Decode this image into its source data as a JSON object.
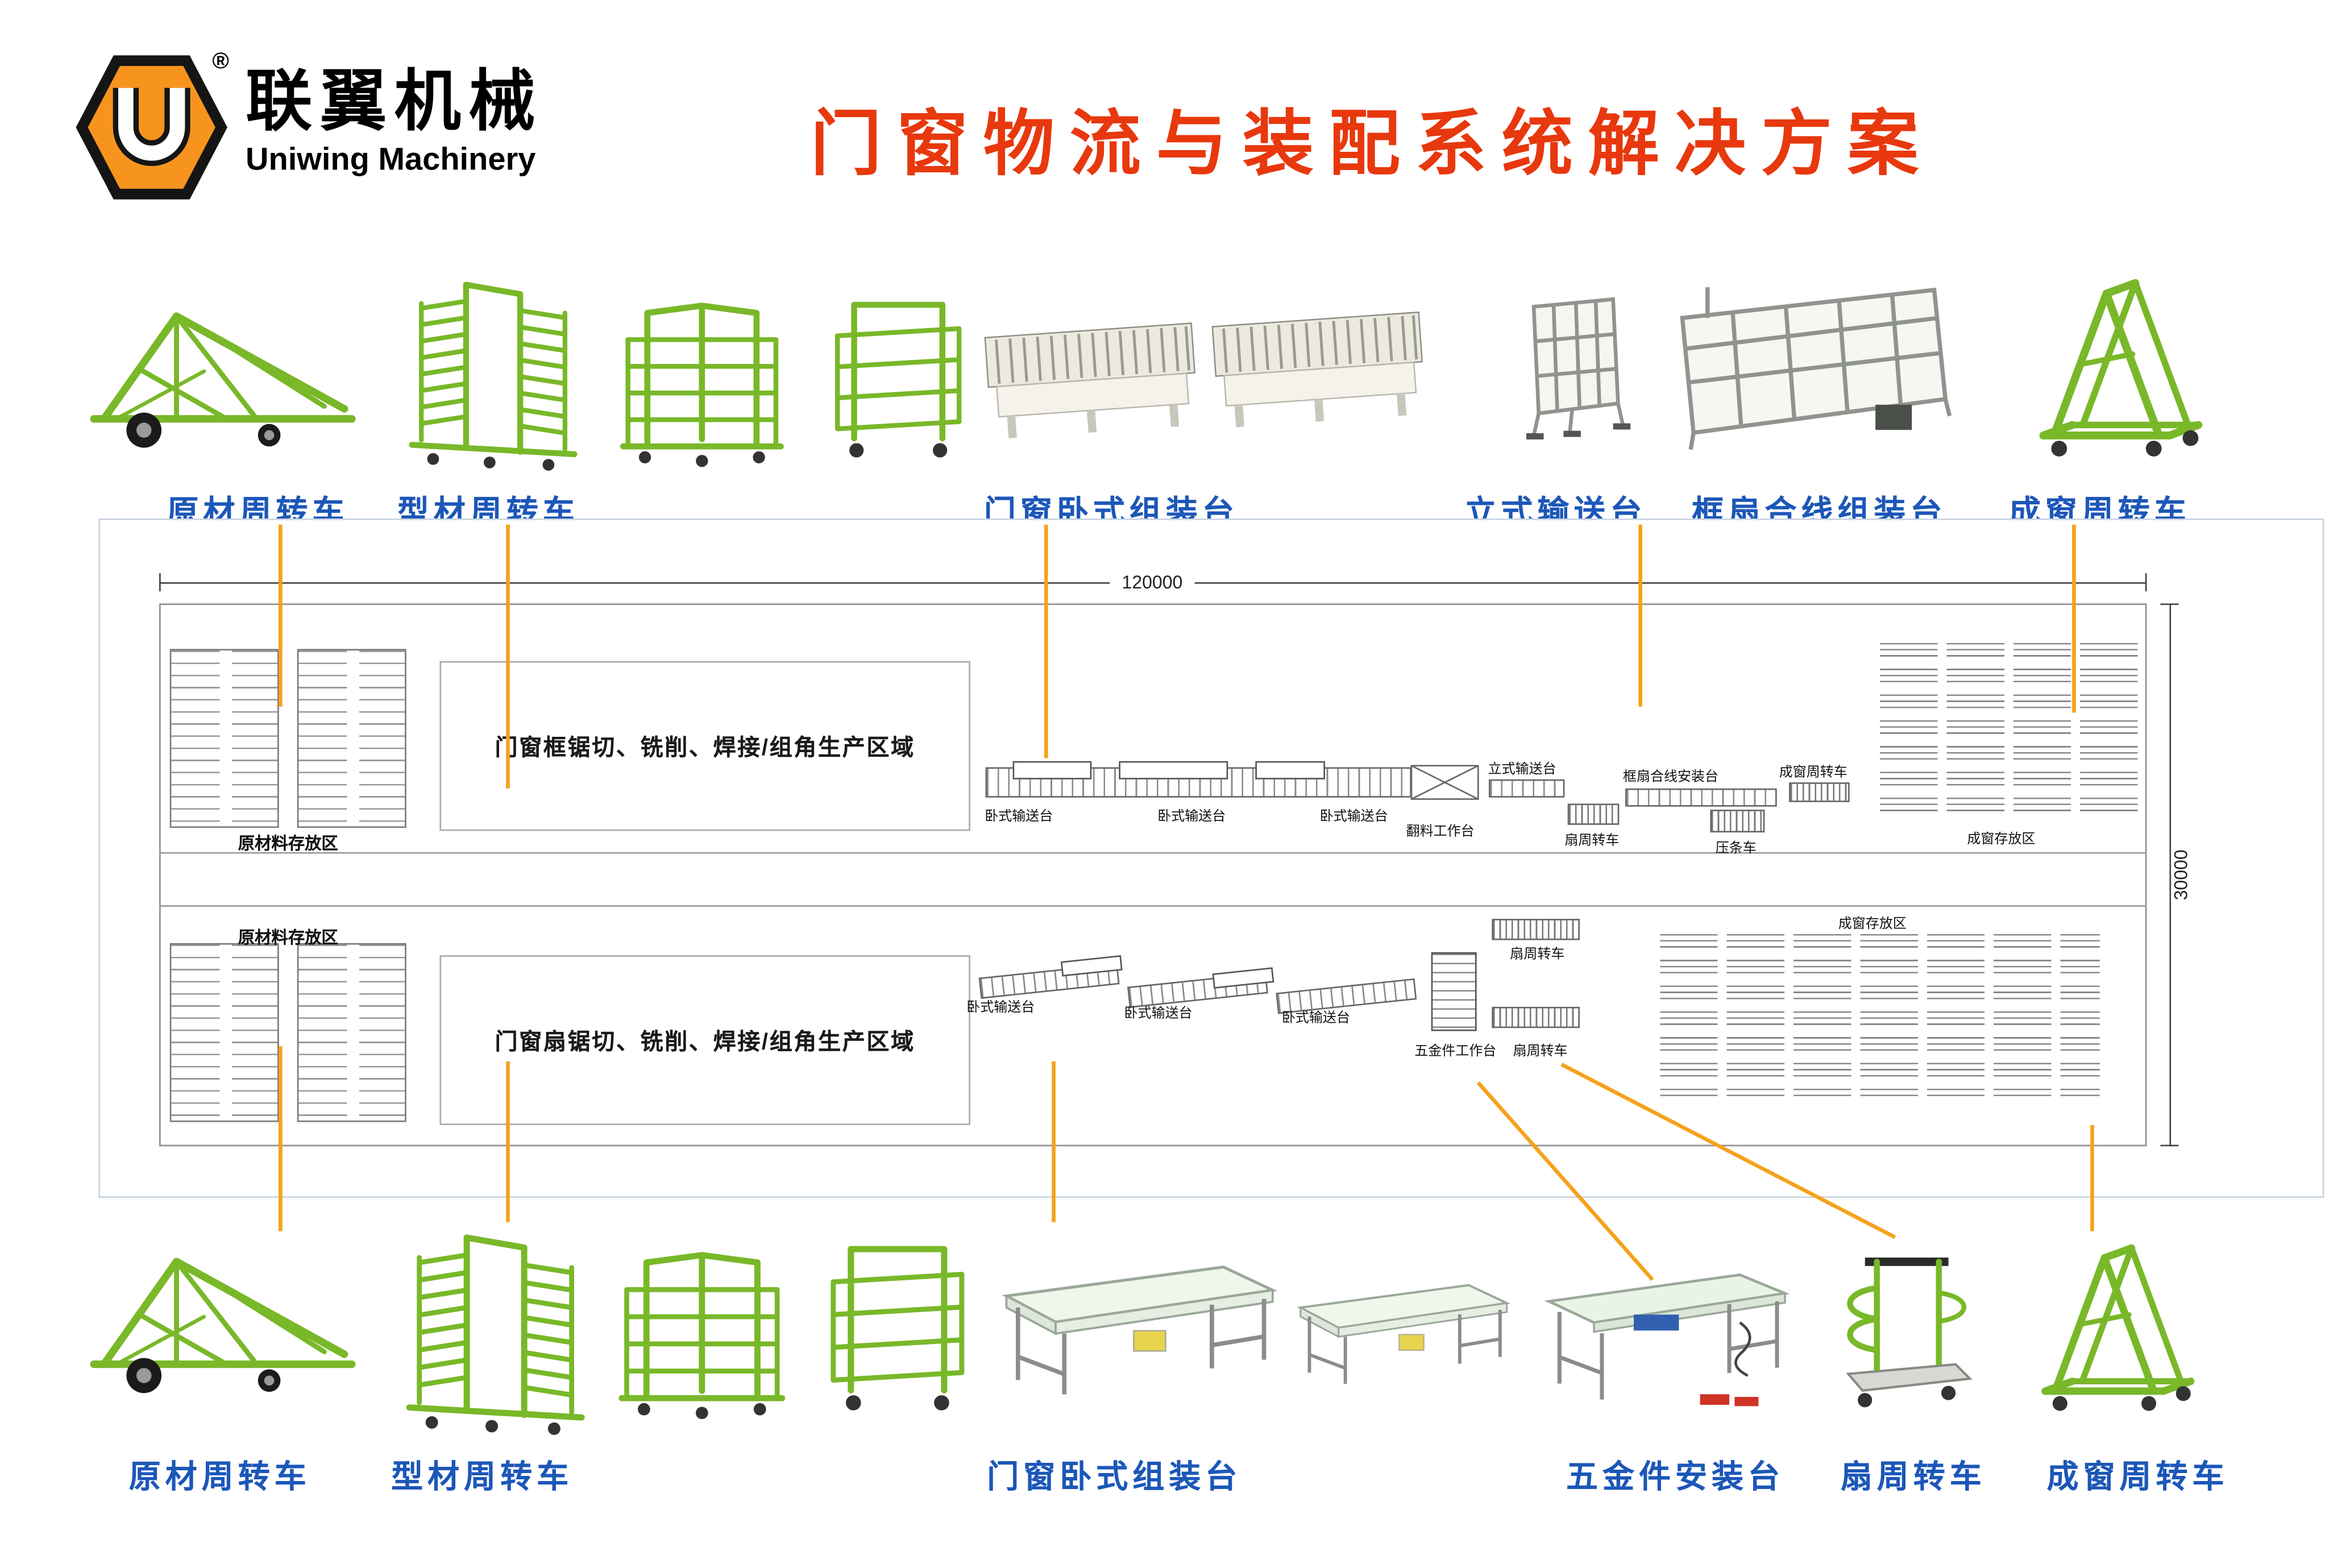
{
  "colors": {
    "title_red": "#e8380d",
    "label_blue": "#1c57b8",
    "equipment_green": "#79b829",
    "connector_orange": "#f5a21c",
    "logo_orange": "#f7941e"
  },
  "header": {
    "registered_mark": "®",
    "brand_cn": "联翼机械",
    "brand_en": "Uniwing Machinery",
    "title": "门窗物流与装配系统解决方案"
  },
  "top_row": {
    "labels": [
      "原材周转车",
      "型材周转车",
      "门窗卧式组装台",
      "立式输送台",
      "框扇合线组装台",
      "成窗周转车"
    ]
  },
  "bottom_row": {
    "labels": [
      "原材周转车",
      "型材周转车",
      "门窗卧式组装台",
      "五金件安装台",
      "扇周转车",
      "成窗周转车"
    ]
  },
  "plan": {
    "dim_width": "120000",
    "dim_height": "30000",
    "raw_storage_top": "原材料存放区",
    "raw_storage_bottom": "原材料存放区",
    "frame_area": "门窗框锯切、铣削、焊接/组角生产区域",
    "sash_area": "门窗扇锯切、铣削、焊接/组角生产区域",
    "top_labels": {
      "conv1": "卧式输送台",
      "conv2": "卧式输送台",
      "conv3": "卧式输送台",
      "flip_table": "翻料工作台",
      "vert_conv": "立式输送台",
      "frame_sash_install": "框扇合线安装台",
      "sash_cart": "扇周转车",
      "bead_cart": "压条车",
      "finished_cart": "成窗周转车",
      "finished_storage": "成窗存放区"
    },
    "bottom_labels": {
      "conv1": "卧式输送台",
      "conv2": "卧式输送台",
      "conv3": "卧式输送台",
      "hardware_table": "五金件工作台",
      "sash_cart_top": "扇周转车",
      "sash_cart_bottom": "扇周转车",
      "finished_storage": "成窗存放区"
    }
  }
}
